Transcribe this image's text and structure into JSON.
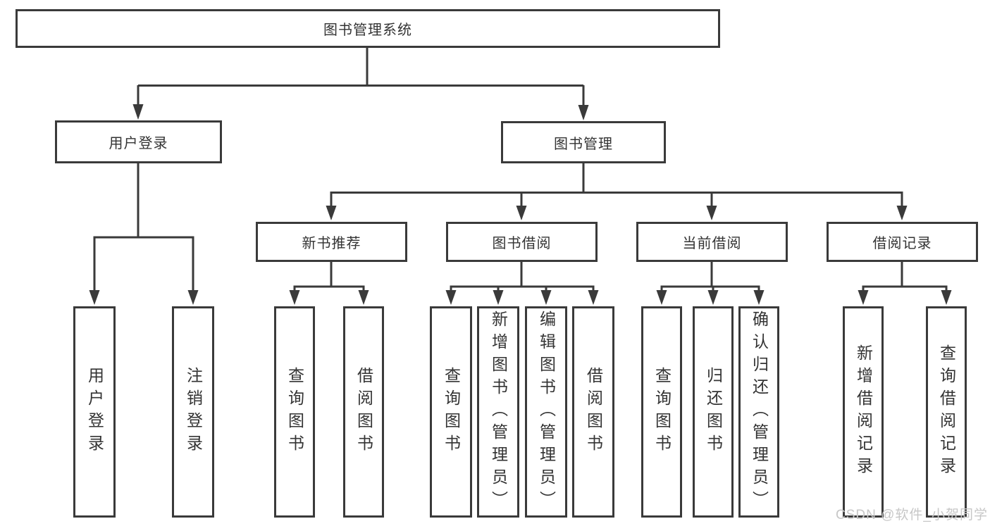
{
  "title_box": "图书管理系统",
  "level2": {
    "left": "用户登录",
    "right": "图书管理"
  },
  "level3": [
    "新书推荐",
    "图书借阅",
    "当前借阅",
    "借阅记录"
  ],
  "leaves": {
    "user_login": [
      "用户登录",
      "注销登录"
    ],
    "new_book": [
      "查询图书",
      "借阅图书"
    ],
    "book_borrow": [
      "查询图书",
      "新增图书（管理员）",
      "编辑图书（管理员）",
      "借阅图书"
    ],
    "current_borrow": [
      "查询图书",
      "归还图书",
      "确认归还（管理员）"
    ],
    "borrow_record": [
      "新增借阅记录",
      "查询借阅记录"
    ]
  },
  "watermark": "CSDN @软件_小贺同学",
  "colors": {
    "line": "#3a3a3a",
    "text": "#333333",
    "background": "#ffffff",
    "watermark": "#c7c7c7"
  }
}
